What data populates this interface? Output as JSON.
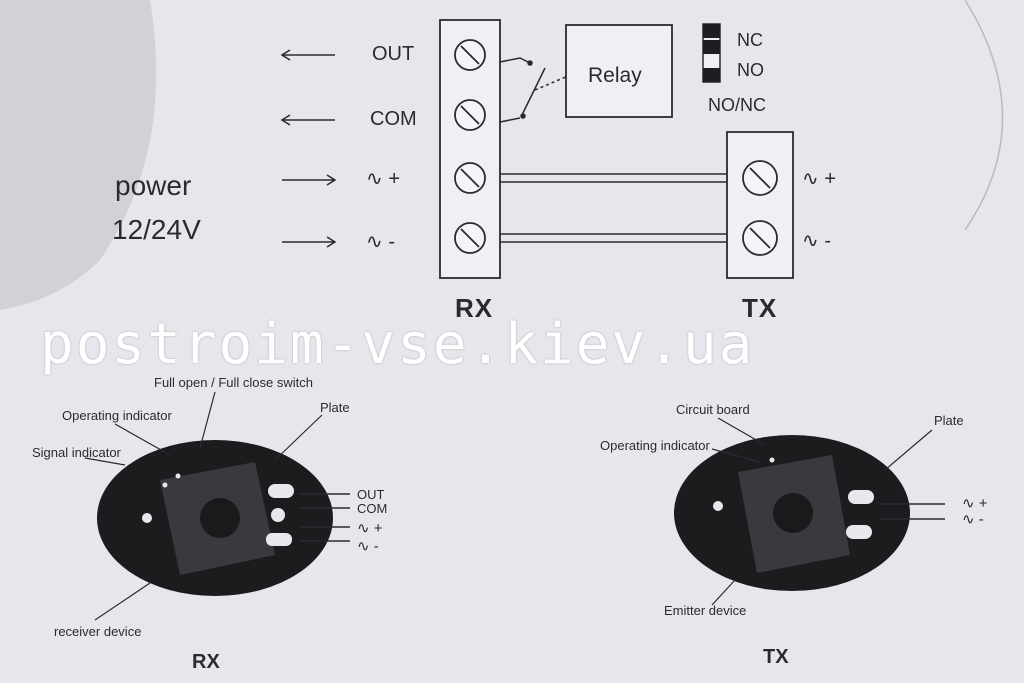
{
  "wiring": {
    "terminals_rx": [
      "OUT",
      "COM",
      "∿ +",
      "∿ -"
    ],
    "power_label_1": "power",
    "power_label_2": "12/24V",
    "relay_label": "Relay",
    "switch_nc": "NC",
    "switch_no": "NO",
    "switch_caption": "NO/NC",
    "terminals_tx": [
      "∿ +",
      "∿ -"
    ],
    "rx_title": "RX",
    "tx_title": "TX"
  },
  "watermark": "postroim-vse.kiev.ua",
  "rx_device": {
    "callouts": [
      "Full open / Full close switch",
      "Operating  indicator",
      "Signal indicator",
      "Plate",
      "receiver device"
    ],
    "pins": [
      "OUT",
      "COM",
      "∿ +",
      "∿ -"
    ],
    "title": "RX"
  },
  "tx_device": {
    "callouts": [
      "Circuit board",
      "Operating  indicator",
      "Plate",
      "Emitter device"
    ],
    "pins": [
      "∿ +",
      "∿ -"
    ],
    "title": "TX"
  },
  "colors": {
    "paper": "#e6e7ec",
    "ink": "#2a2a30",
    "device": "#1c1c1f",
    "pcb": "#3a3a3e"
  }
}
